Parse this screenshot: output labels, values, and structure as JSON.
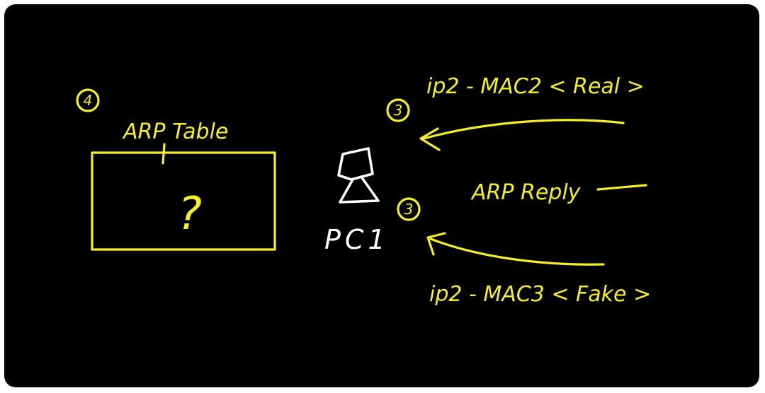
{
  "colors": {
    "background": "#000000",
    "ink_yellow": "#f5ef28",
    "ink_white": "#ffffff"
  },
  "arp_table": {
    "step": "4",
    "label": "ARP Table",
    "content": "?"
  },
  "pc": {
    "icon": "computer-icon",
    "label": "PC1"
  },
  "replies": {
    "label": "ARP Reply",
    "real": {
      "step": "3",
      "text": "ip2 - MAC2 < Real >"
    },
    "fake": {
      "step": "3",
      "text": "ip2 - MAC3 < Fake >"
    }
  }
}
